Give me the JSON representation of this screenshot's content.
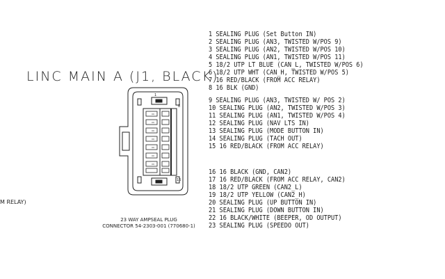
{
  "title": "LINC MAIN A (J1, BLACK)",
  "cut_text": "M RELAY)",
  "connector": {
    "caption_line1": "23 WAY AMPSEAL PLUG",
    "caption_line2": "CONNECTOR 54-2303-001 (770680-1)",
    "label_top": "1",
    "label_top_right": "8",
    "label_bottom_right": "16"
  },
  "pins": [
    "1 SEALING PLUG (Set Button IN)",
    "2  SEALING PLUG (AN3, TWISTED W/POS 9)",
    "3  SEALING PLUG (AN2, TWISTED W/POS 10)",
    "4  SEALING PLUG (AN1, TWISTED W/POS 11)",
    "5  18/2 UTP LT BLUE (CAN_L, TWISTED W/POS 6)",
    "6  18/2 UTP WHT (CAN_H, TWISTED W/POS 5)",
    "7  16 RED/BLACK (FROM ACC RELAY)",
    "8  16 BLK (GND)",
    "9  SEALING PLUG (AN3, TWISTED W/ POS 2)",
    "10 SEALING PLUG (AN2, TWISTED W/POS 3)",
    "11 SEALING PLUG (AN1, TWISTED W/POS 4)",
    "12 SEALING PLUG (NAV LTS IN)",
    "13 SEALING PLUG (MODE BUTTON IN)",
    "14 SEALING PLUG (TACH OUT)",
    "15 16 RED/BLACK (FROM ACC RELAY)",
    "16 16 BLACK (GND, CAN2)",
    "17 16 RED/BLACK (FROM ACC RELAY, CAN2)",
    "18 18/2 UTP GREEN (CAN2_L)",
    "19 18/2 UTP YELLOW (CAN2_H)",
    "20 SEALING PLUG (UP BUTTON IN)",
    "21 SEALING PLUG (DOWN BUTTON IN)",
    "22 16 BLACK/WHITE (BEEPER, OD OUTPUT)",
    "23 SEALING PLUG (SPEEDO OUT)"
  ]
}
